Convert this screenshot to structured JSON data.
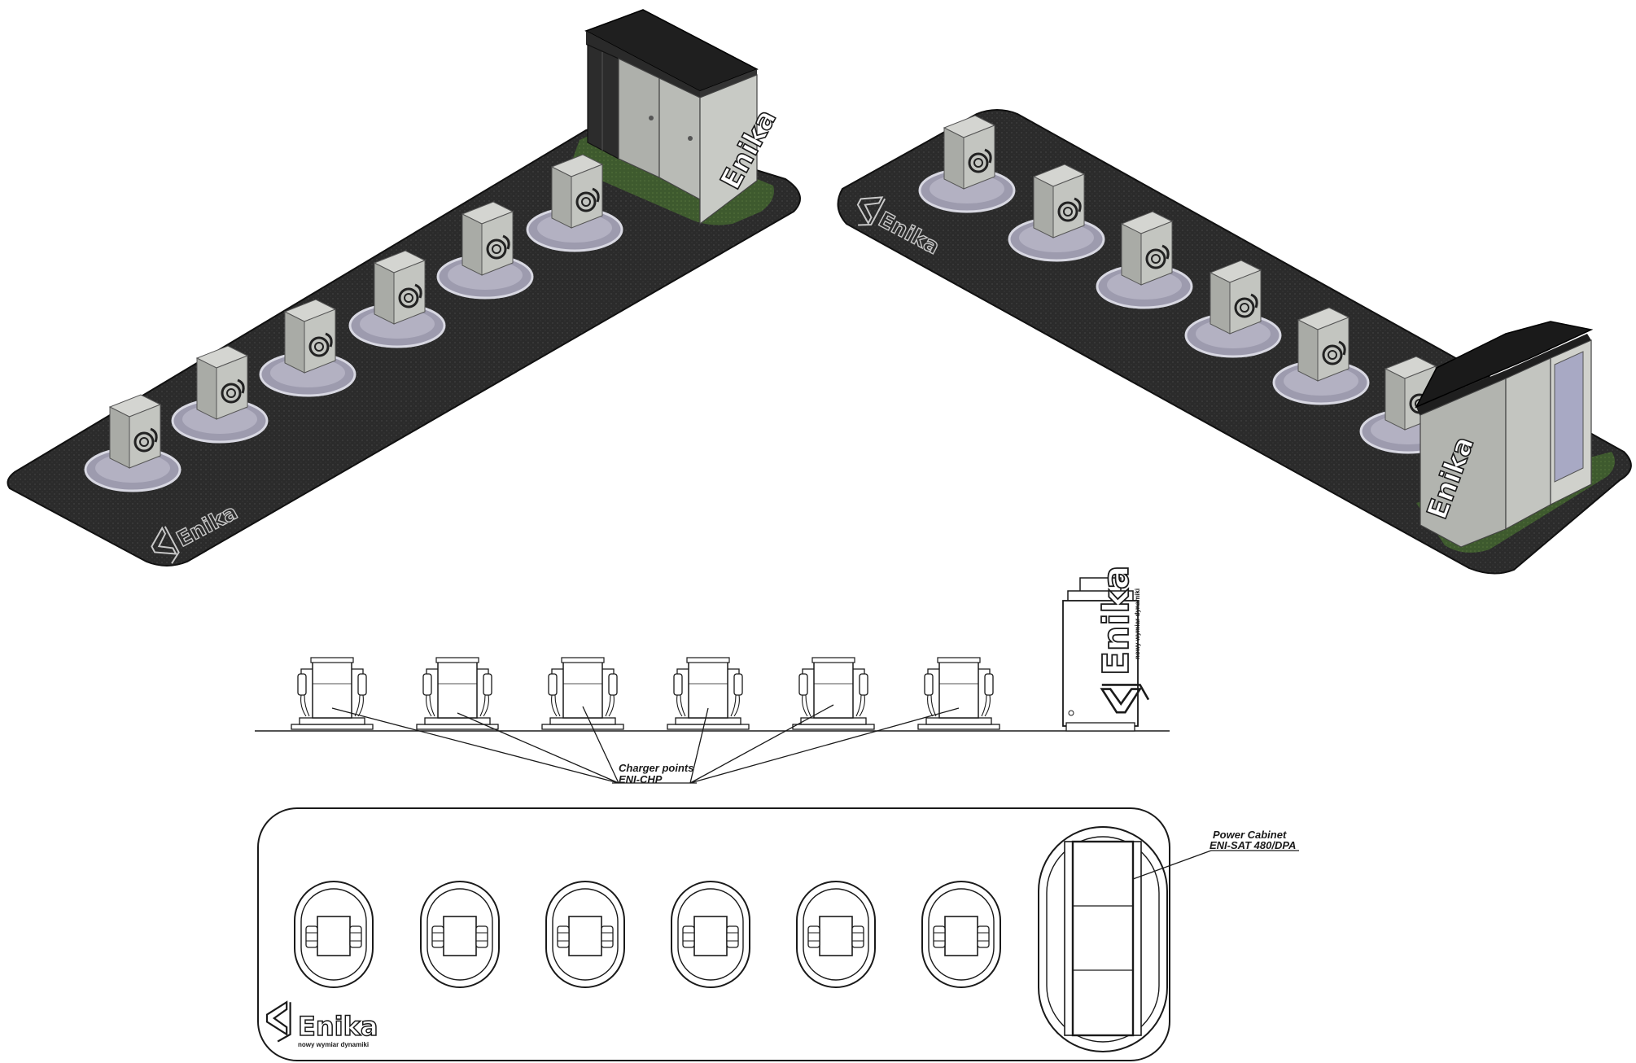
{
  "brand": {
    "name": "Enika",
    "tagline": "nowy wymiar dynamiki"
  },
  "callouts": {
    "charger_points_line1": "Charger points",
    "charger_points_line2": "ENI-CHP",
    "power_cabinet_line1": "Power Cabinet",
    "power_cabinet_line2": "ENI-SAT 480/DPA"
  },
  "layout_counts": {
    "charger_points": 6,
    "power_cabinets": 1
  },
  "colors": {
    "asphalt": "#2b2b2b",
    "grass": "#3e5a2e",
    "cabinet": "#b9bbb6",
    "cabinet_roof": "#1f1f1f",
    "pad": "#a7a4b8",
    "line": "#1a1a1a"
  }
}
